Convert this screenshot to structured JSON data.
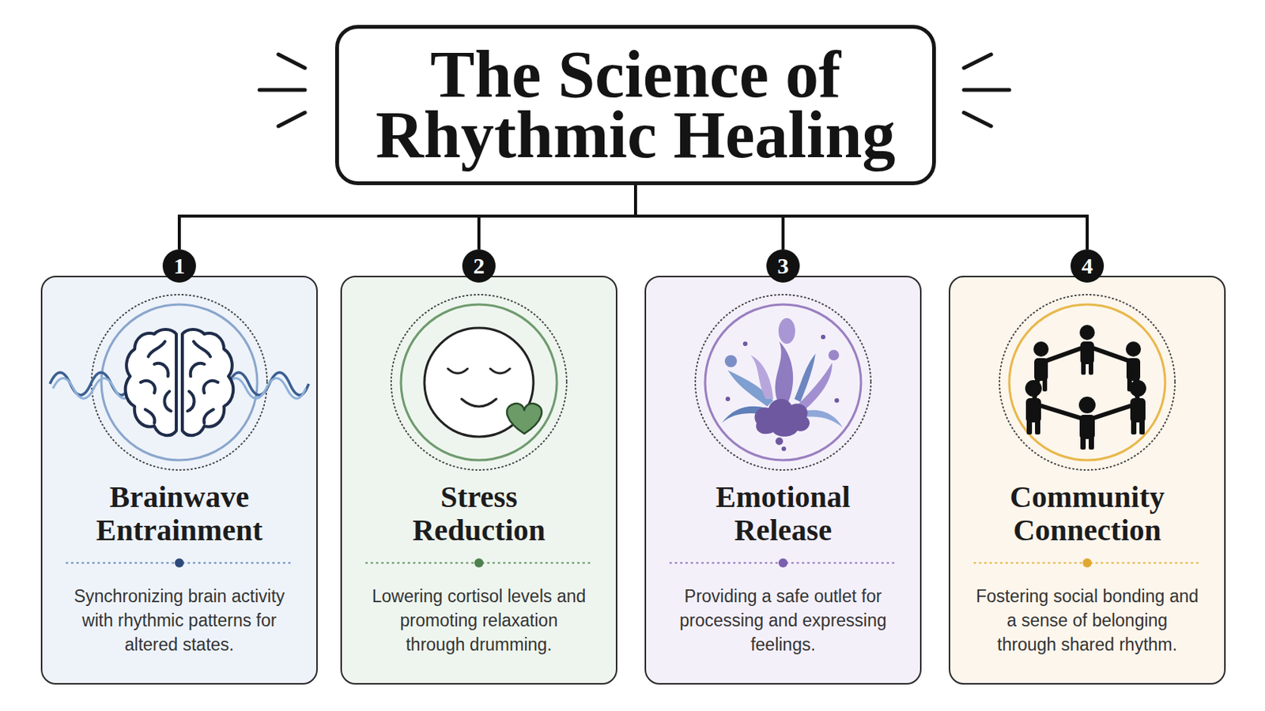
{
  "diagram": {
    "nodes": [
      {
        "text": [
          "The Science of Rhythmic Healing"
        ]
      },
      {
        "text": [
          "Brainwave Entrainment",
          "Synchronizing brain activity with rhythmic patterns for altered states."
        ]
      },
      {
        "text": [
          "1"
        ],
        "in": 1
      },
      {
        "text": [
          "Stress Reduction",
          "Lowering cortisol levels and promoting relaxation through drumming."
        ]
      },
      {
        "text": [
          "2"
        ],
        "in": 3
      },
      {
        "text": [
          "Emotional Release",
          "Providing a safe outlet for processing and expressing feelings."
        ]
      },
      {
        "text": [
          "3"
        ],
        "in": 5
      },
      {
        "text": [
          "Community Connection",
          "Fostering social bonding and a sense of belonging through shared rhythm."
        ]
      },
      {
        "text": [
          "4"
        ],
        "in": 7
      }
    ],
    "edges": [
      {
        "from": 0,
        "to": 2,
        "arrow": "none"
      },
      {
        "from": 0,
        "to": 4,
        "arrow": "none"
      },
      {
        "from": 0,
        "to": 6,
        "arrow": "none"
      },
      {
        "from": 0,
        "to": 8,
        "arrow": "none"
      }
    ]
  }
}
